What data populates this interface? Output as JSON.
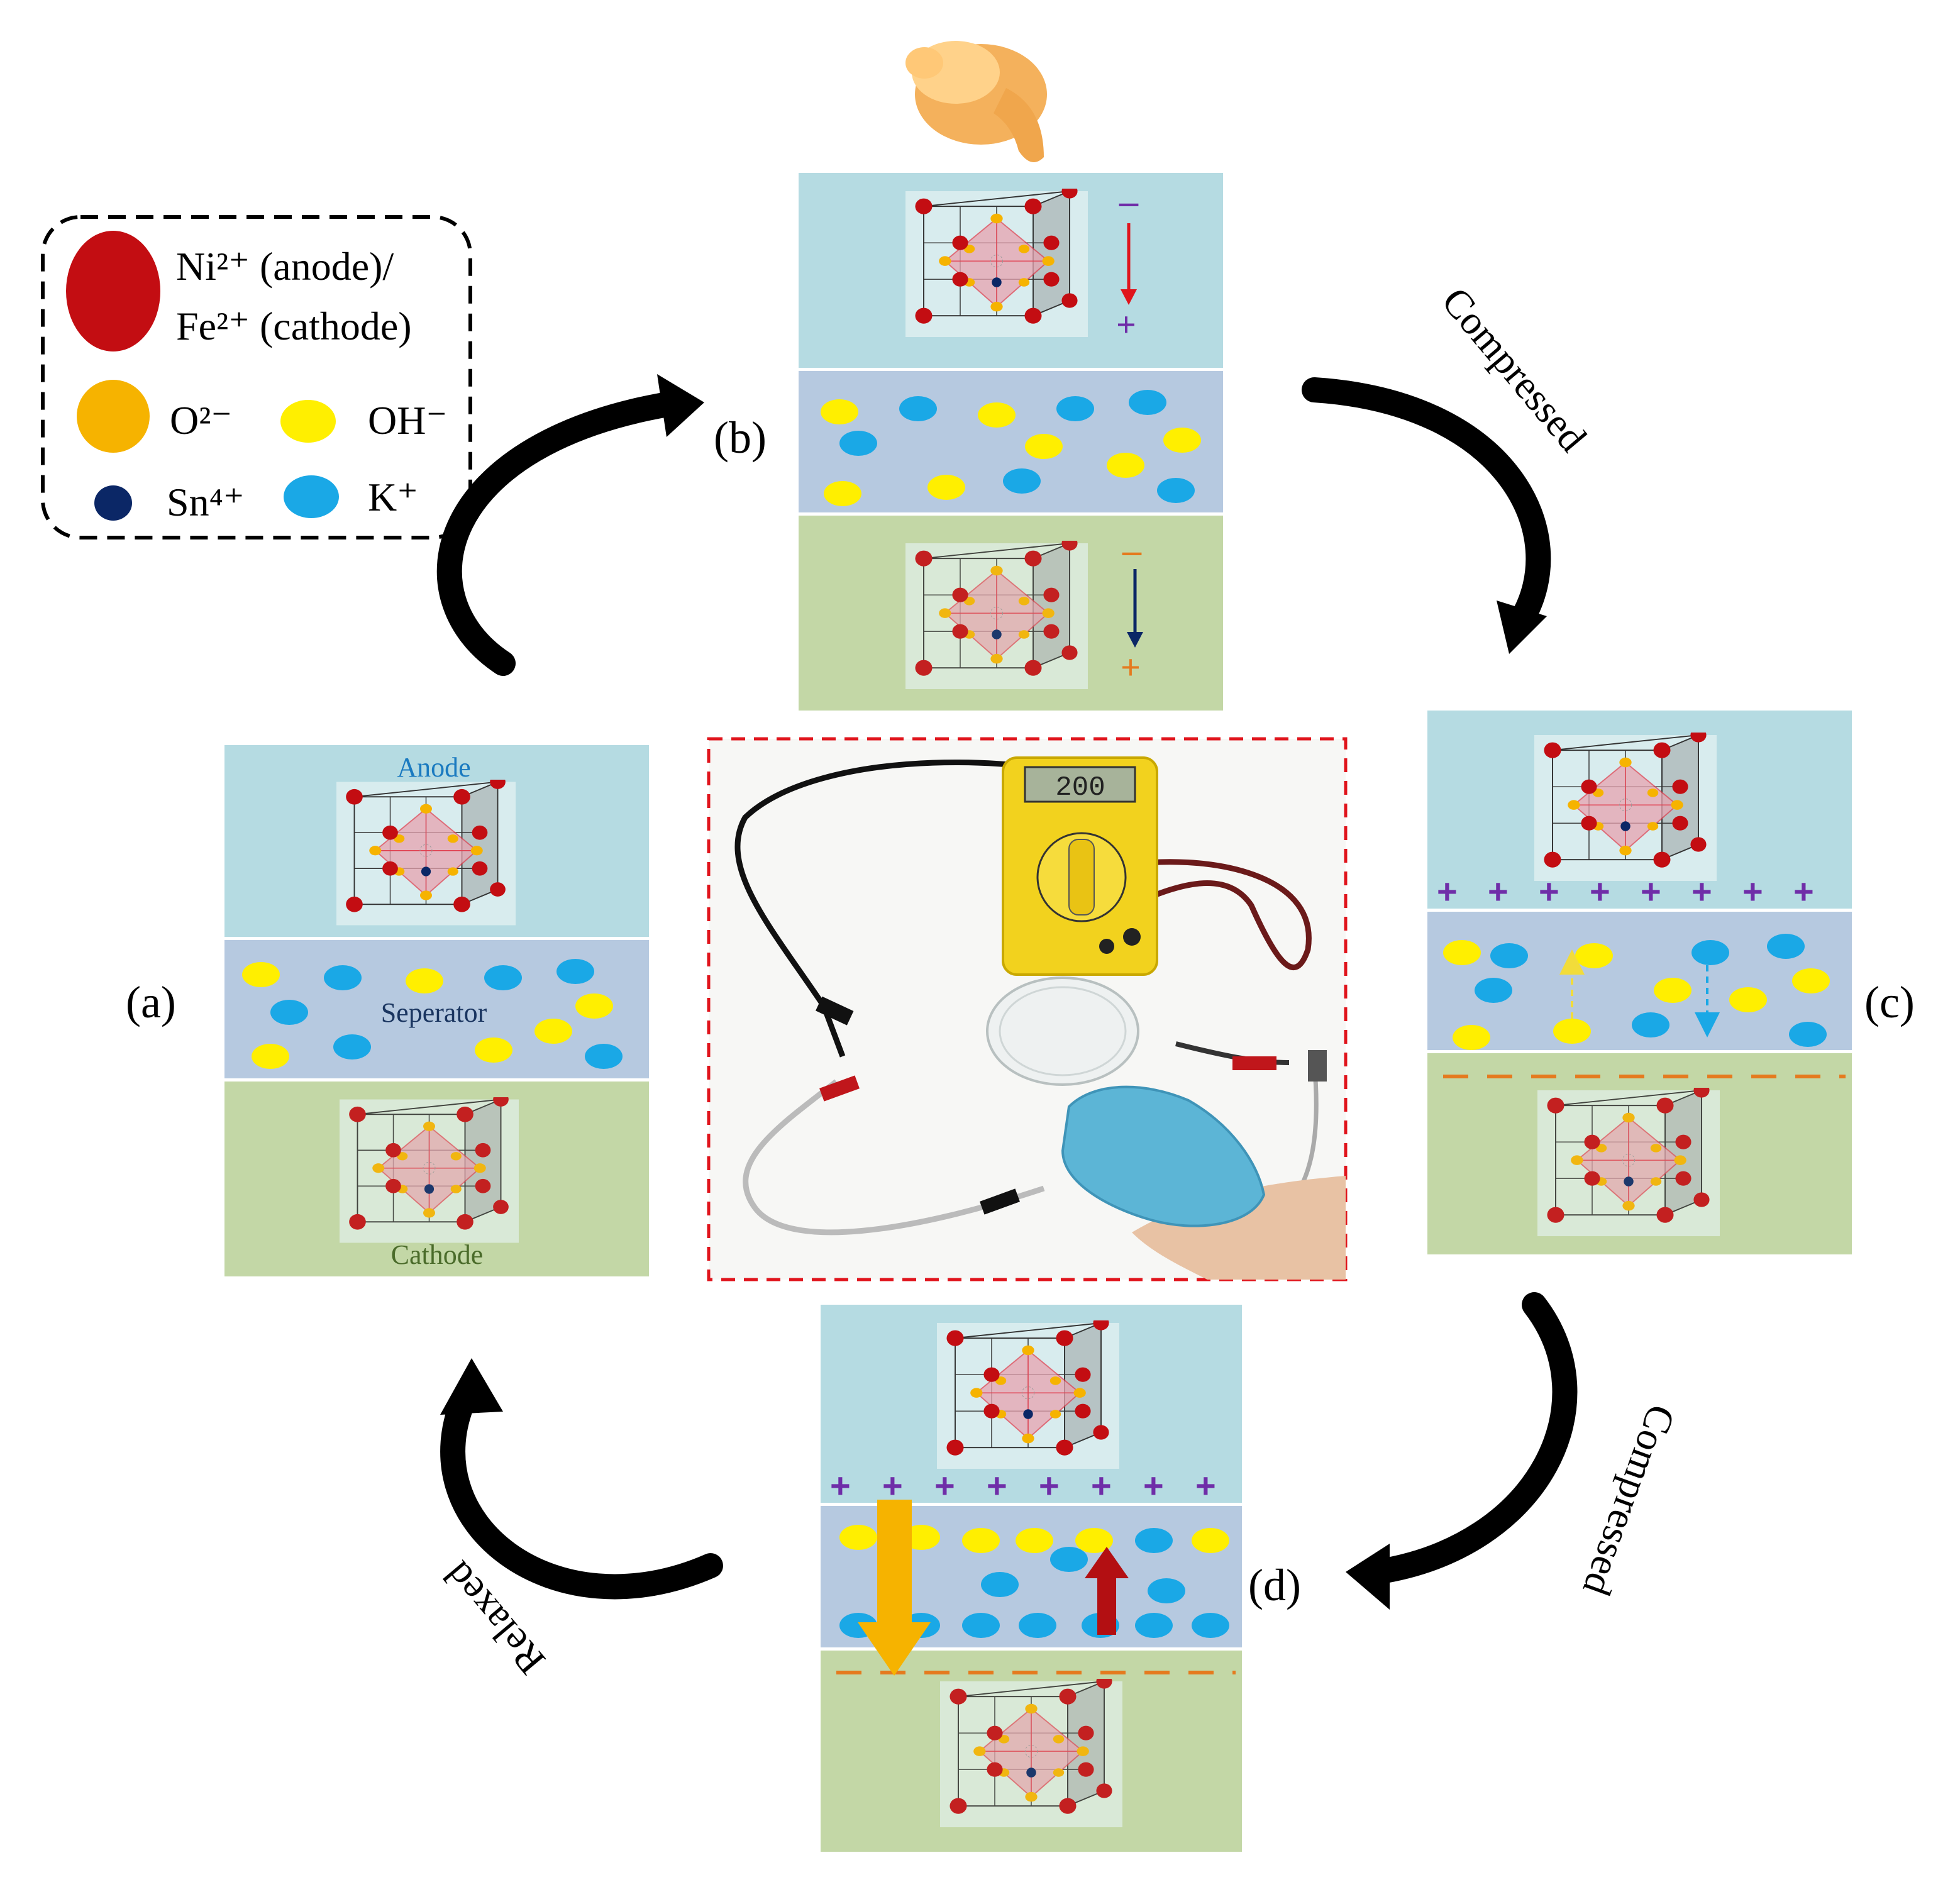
{
  "legend": {
    "ni_fe_line1": "Ni²⁺ (anode)/",
    "ni_fe_line2": "Fe²⁺ (cathode)",
    "o2": "O²⁻",
    "oh": "OH⁻",
    "sn": "Sn⁴⁺",
    "k": "K⁺"
  },
  "panels": {
    "a": {
      "label": "(a)",
      "anode": "Anode",
      "separator": "Seperator",
      "cathode": "Cathode"
    },
    "b": {
      "label": "(b)"
    },
    "c": {
      "label": "(c)"
    },
    "d": {
      "label": "(d)"
    }
  },
  "arrows": {
    "b_to_c": "Compressed",
    "c_to_d": "Compressed",
    "d_to_a": "Relaxed"
  },
  "photo": {
    "multimeter_reading": "200"
  },
  "colors": {
    "anode_bg": "#b5dbe2",
    "separator_bg": "#b6c9e0",
    "cathode_bg": "#c3d7a6",
    "ni_fe": "#c30d12",
    "o2": "#f6b300",
    "oh": "#ffef00",
    "sn": "#0b2766",
    "k": "#1aa8e6",
    "plus_charge": "#6f2da8",
    "minus_charge_cathode": "#e57a1e",
    "arrow": "#000000"
  }
}
